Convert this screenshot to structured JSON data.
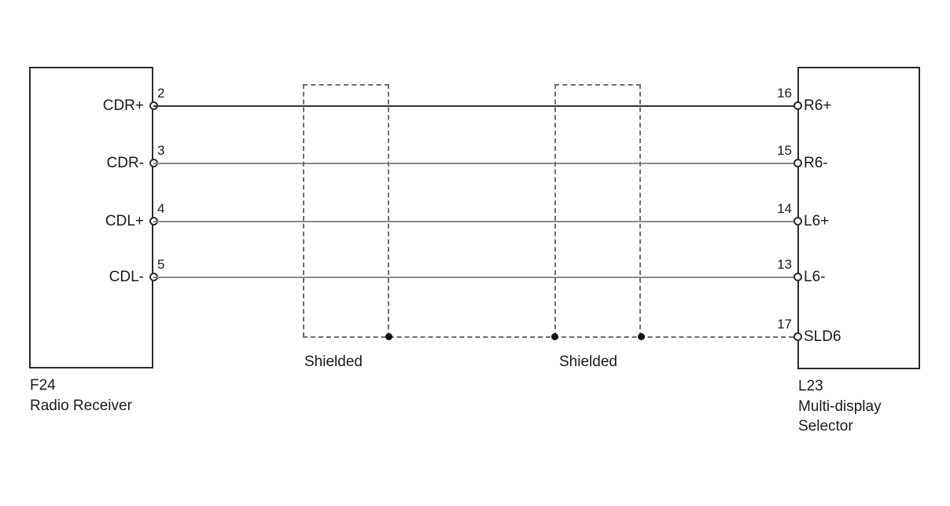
{
  "diagram": {
    "title": "Radio Receiver to Multi-display Selector shielded wiring diagram",
    "colors": {
      "outline": "#2b2b2b",
      "wire_dark": "#333333",
      "wire_gray": "#8a8a8a",
      "shield_dash": "#6e6e6e",
      "junction": "#111111",
      "text": "#1a1a1a",
      "background": "#ffffff"
    }
  },
  "left_connector": {
    "code": "F24",
    "name": "Radio Receiver",
    "caption": "F24\nRadio Receiver",
    "pins": [
      {
        "number": "2",
        "label": "CDR+"
      },
      {
        "number": "3",
        "label": "CDR-"
      },
      {
        "number": "4",
        "label": "CDL+"
      },
      {
        "number": "5",
        "label": "CDL-"
      }
    ]
  },
  "right_connector": {
    "code": "L23",
    "name": "Multi-display Selector",
    "caption": "L23\nMulti-display\nSelector",
    "pins": [
      {
        "number": "16",
        "label": "R6+"
      },
      {
        "number": "15",
        "label": "R6-"
      },
      {
        "number": "14",
        "label": "L6+"
      },
      {
        "number": "13",
        "label": "L6-"
      },
      {
        "number": "17",
        "label": "SLD6"
      }
    ]
  },
  "wires": [
    {
      "from_pin": "2",
      "to_pin": "16",
      "from_label": "CDR+",
      "to_label": "R6+"
    },
    {
      "from_pin": "3",
      "to_pin": "15",
      "from_label": "CDR-",
      "to_label": "R6-"
    },
    {
      "from_pin": "4",
      "to_pin": "14",
      "from_label": "CDL+",
      "to_label": "L6+"
    },
    {
      "from_pin": "5",
      "to_pin": "13",
      "from_label": "CDL-",
      "to_label": "L6-"
    }
  ],
  "shields": [
    {
      "caption": "Shielded"
    },
    {
      "caption": "Shielded"
    }
  ],
  "shield_bus": {
    "to_pin": "17",
    "to_label": "SLD6"
  }
}
